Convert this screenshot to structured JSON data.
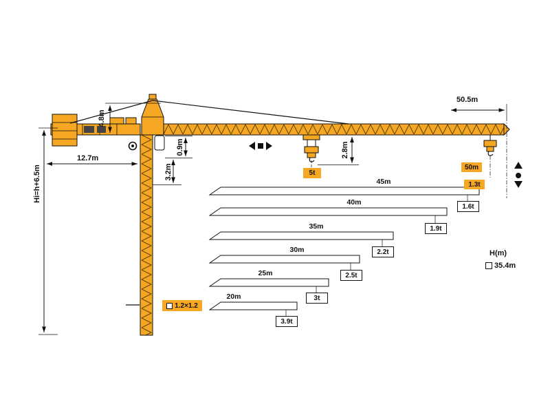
{
  "diagram": {
    "type": "tower-crane-specification-diagram",
    "colors": {
      "crane": "#F5A623",
      "outline": "#111111",
      "highlight_box": "#F5A623"
    },
    "dimensions": {
      "jib_total": "50.5m",
      "tower_head": "4.8m",
      "counter_jib": "12.7m",
      "height_formula": "Hi=h+6.5m",
      "jib_depth": "0.9m",
      "head_offset": "3.2m",
      "hook_drop": "2.8m",
      "mast_section": "1.2×1.2",
      "height_axis": "H(m)",
      "freestanding_height": "35.4m"
    },
    "loads": {
      "max_mid": "5t",
      "tip_radius": "50m",
      "tip_load": "1.3t"
    },
    "jib_options": [
      {
        "length": "45m",
        "tip_load": "1.6t"
      },
      {
        "length": "40m",
        "tip_load": "1.9t"
      },
      {
        "length": "35m",
        "tip_load": "2.2t"
      },
      {
        "length": "30m",
        "tip_load": "2.5t"
      },
      {
        "length": "25m",
        "tip_load": "3t"
      },
      {
        "length": "20m",
        "tip_load": "3.9t"
      }
    ],
    "icons": {
      "trolley_travel": "left-square-right arrows",
      "slewing": "circle-dot",
      "hoist": "up-circle-down arrows"
    }
  }
}
